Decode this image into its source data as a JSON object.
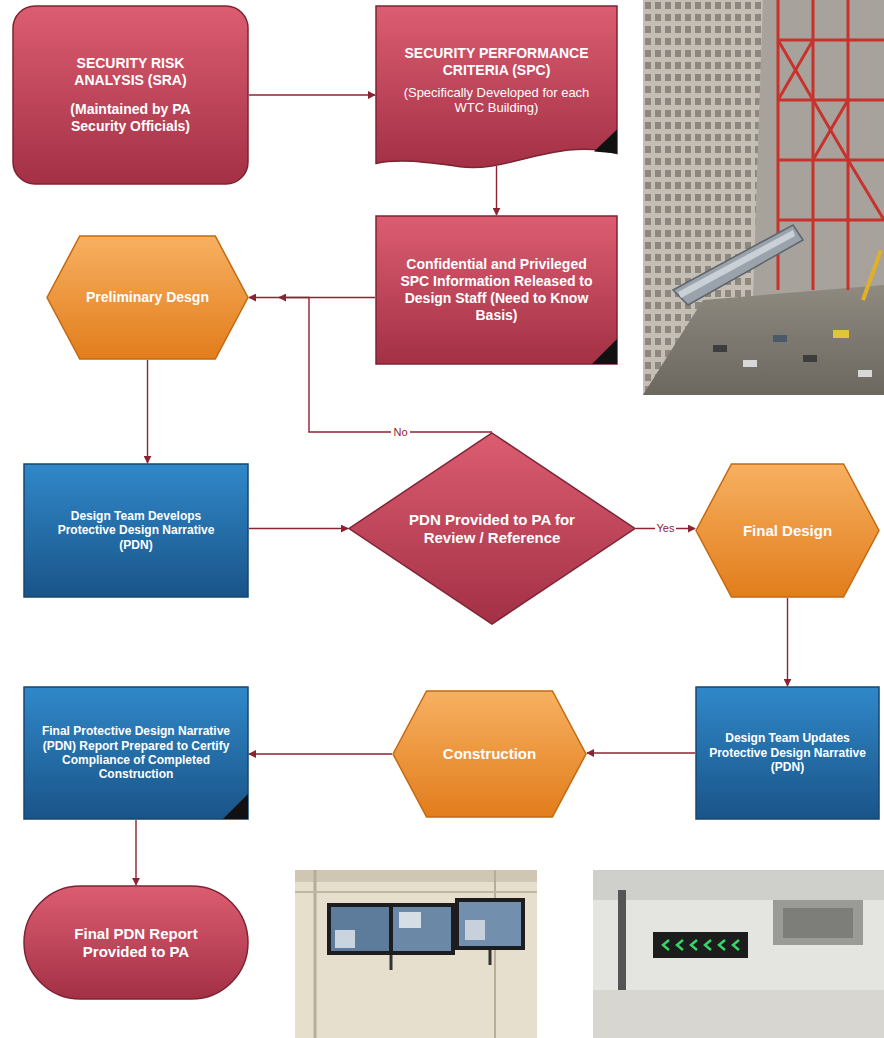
{
  "diagram": {
    "nodes": [
      {
        "text": [
          "SECURITY RISK ANALYSIS (SRA)",
          "(Maintained by PA Security Officials)"
        ]
      },
      {
        "text": [
          "SECURITY PERFORMANCE CRITERIA (SPC)",
          "(Specifically Developed for each WTC Building)"
        ]
      },
      {
        "text": [
          "Preliminary Desgn"
        ]
      },
      {
        "text": [
          "Confidential and Privileged SPC Information Released to Design Staff (Need to Know Basis)"
        ]
      },
      {
        "text": [
          "Design Team Develops Protective Design Narrative (PDN)"
        ]
      },
      {
        "text": [
          "PDN Provided to PA for Review / Reference"
        ]
      },
      {
        "text": [
          "Final Design"
        ]
      },
      {
        "text": [
          "Final Protective Design Narrative (PDN) Report Prepared to Certify Compliance of Completed Construction"
        ]
      },
      {
        "text": [
          "Construction"
        ]
      },
      {
        "text": [
          "Design Team Updates Protective Design Narrative (PDN)"
        ]
      },
      {
        "text": [
          "Final PDN Report Provided to PA"
        ]
      }
    ],
    "edges": [
      {
        "from": 0,
        "to": 1,
        "arrow": "to"
      },
      {
        "from": 1,
        "to": 3,
        "arrow": "to"
      },
      {
        "from": 3,
        "to": 2,
        "arrow": "to"
      },
      {
        "from": 2,
        "to": 4,
        "arrow": "to"
      },
      {
        "from": 4,
        "to": 5,
        "arrow": "to"
      },
      {
        "from": 5,
        "to": 2,
        "label": "No",
        "arrow": "to"
      },
      {
        "from": 5,
        "to": 6,
        "label": "Yes",
        "arrow": "to"
      },
      {
        "from": 6,
        "to": 9,
        "arrow": "to"
      },
      {
        "from": 9,
        "to": 8,
        "arrow": "to"
      },
      {
        "from": 8,
        "to": 7,
        "arrow": "to"
      },
      {
        "from": 7,
        "to": 10,
        "arrow": "to"
      }
    ]
  }
}
